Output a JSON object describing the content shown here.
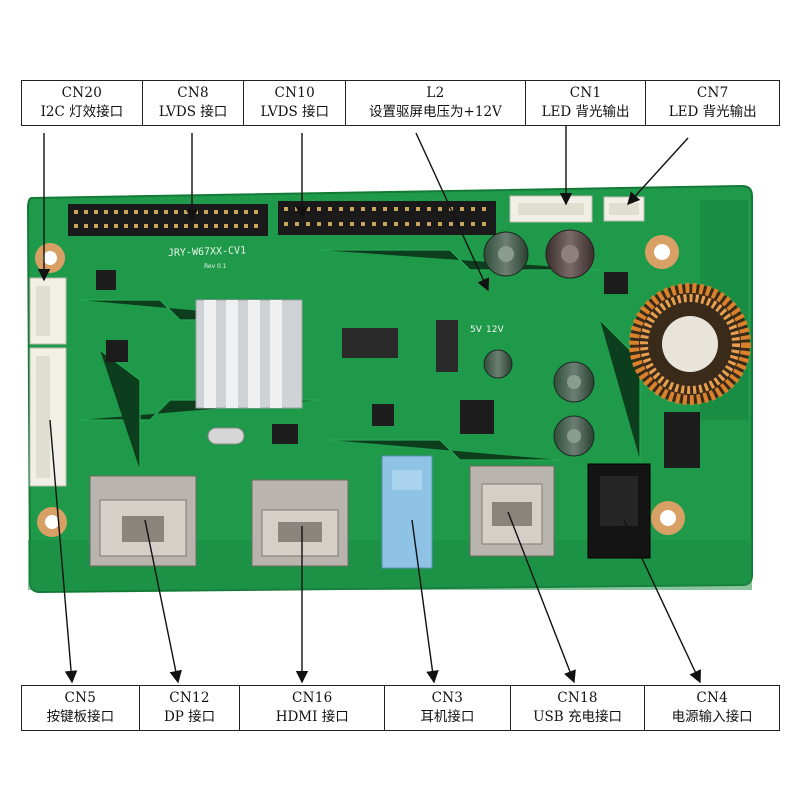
{
  "top_labels": [
    {
      "code": "CN20",
      "desc": "I2C 灯效接口"
    },
    {
      "code": "CN8",
      "desc": "LVDS 接口"
    },
    {
      "code": "CN10",
      "desc": "LVDS 接口"
    },
    {
      "code": "L2",
      "desc": "设置驱屏电压为+12V"
    },
    {
      "code": "CN1",
      "desc": "LED 背光输出"
    },
    {
      "code": "CN7",
      "desc": "LED 背光输出"
    }
  ],
  "bottom_labels": [
    {
      "code": "CN5",
      "desc": "按键板接口"
    },
    {
      "code": "CN12",
      "desc": "DP 接口"
    },
    {
      "code": "CN16",
      "desc": "HDMI 接口"
    },
    {
      "code": "CN3",
      "desc": "耳机接口"
    },
    {
      "code": "CN18",
      "desc": "USB 充电接口"
    },
    {
      "code": "CN4",
      "desc": "电源输入接口"
    }
  ],
  "board": {
    "silkscreen_model": "JRY-W67XX-CV1",
    "silkscreen_rev": "Rev 0.1",
    "jumper_5v": "5V",
    "jumper_12v": "12V"
  },
  "colors": {
    "pcb": "#1f9a4a",
    "pcb_dark": "#137a37",
    "header_black": "#1a1a1a",
    "connector_white": "#f1efe6",
    "copper": "#d9a066",
    "heatsink": "#cfd3d6",
    "audio_jack": "#8ec3e6",
    "port_metal": "#b9b4ad"
  }
}
